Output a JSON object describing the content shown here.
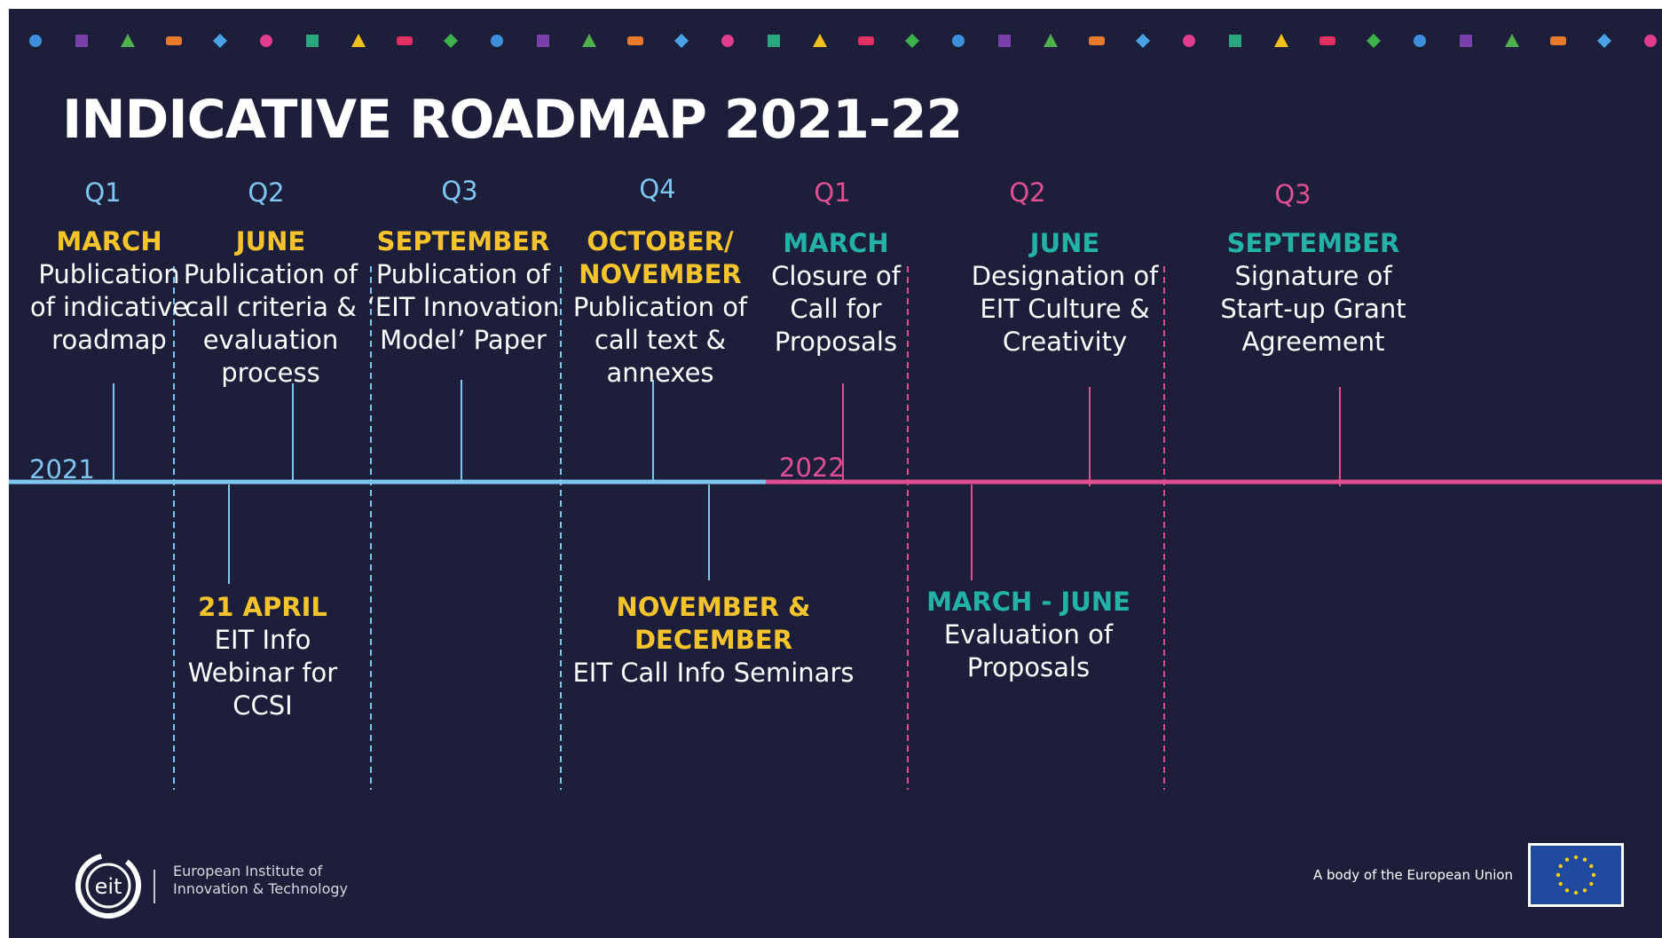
{
  "title": "INDICATIVE ROADMAP 2021-22",
  "colors": {
    "background": "#1c1e3a",
    "year2021": "#7ec6ef",
    "year2022": "#e04f92",
    "heading2021": "#f5c42c",
    "heading2022": "#24b2a6",
    "text": "#ffffff"
  },
  "years": {
    "y2021": "2021",
    "y2022": "2022"
  },
  "quarters": [
    "Q1",
    "Q2",
    "Q3",
    "Q4",
    "Q1",
    "Q2",
    "Q3"
  ],
  "milestones_top": [
    {
      "heading": "MARCH",
      "body": "Publication\nof indicative\nroadmap"
    },
    {
      "heading": "JUNE",
      "body": "Publication of\ncall criteria &\nevaluation\nprocess"
    },
    {
      "heading": "SEPTEMBER",
      "body": "Publication of\n‘EIT Innovation\nModel’ Paper"
    },
    {
      "heading": "OCTOBER/\nNOVEMBER",
      "body": "Publication of\ncall text &\nannexes"
    },
    {
      "heading": "MARCH",
      "body": "Closure of\nCall for\nProposals"
    },
    {
      "heading": "JUNE",
      "body": "Designation of\nEIT Culture &\nCreativity"
    },
    {
      "heading": "SEPTEMBER",
      "body": "Signature of\nStart-up Grant\nAgreement"
    }
  ],
  "milestones_bottom": [
    {
      "heading": "21 APRIL",
      "body": "EIT Info\nWebinar for CCSI"
    },
    {
      "heading": "NOVEMBER &\nDECEMBER",
      "body": "EIT Call Info Seminars"
    },
    {
      "heading": "MARCH - JUNE",
      "body": "Evaluation of\nProposals"
    }
  ],
  "footer": {
    "logo_mark": "eit",
    "logo_text": "European Institute of\nInnovation & Technology",
    "eu_text": "A body of the European Union"
  }
}
